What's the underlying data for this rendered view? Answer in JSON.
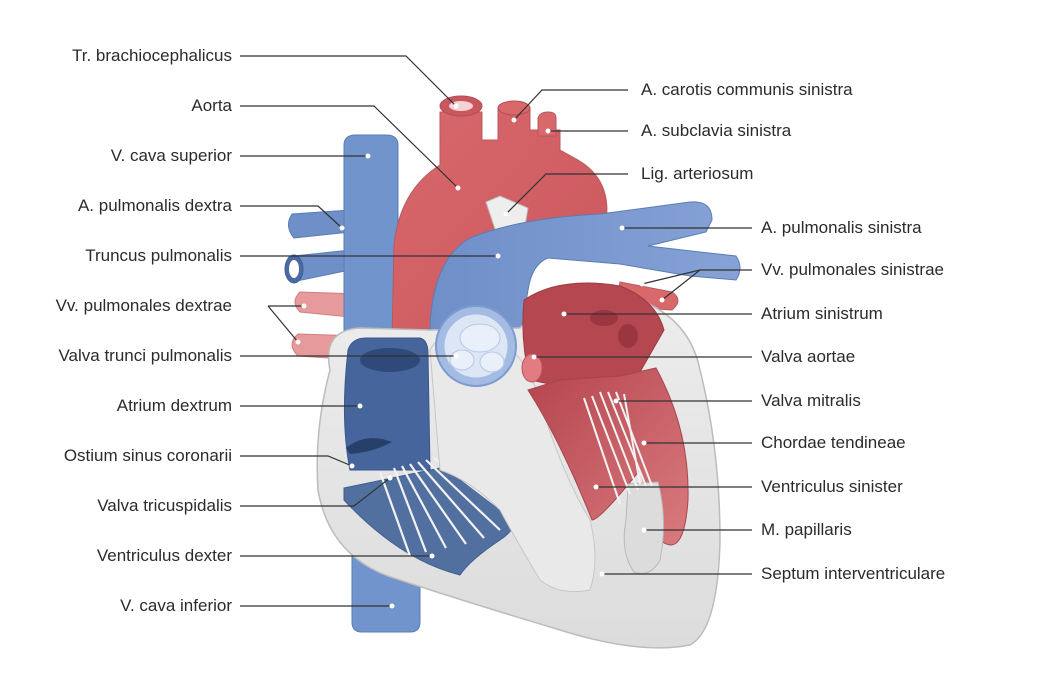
{
  "diagram": {
    "labels_left": [
      {
        "id": "tr-brachiocephalicus",
        "text": "Tr. brachiocephalicus"
      },
      {
        "id": "aorta",
        "text": "Aorta"
      },
      {
        "id": "v-cava-superior",
        "text": "V. cava superior"
      },
      {
        "id": "a-pulmonalis-dextra",
        "text": "A. pulmonalis dextra"
      },
      {
        "id": "truncus-pulmonalis",
        "text": "Truncus pulmonalis"
      },
      {
        "id": "vv-pulmonales-dextrae",
        "text": "Vv. pulmonales dextrae"
      },
      {
        "id": "valva-trunci-pulmonalis",
        "text": "Valva trunci pulmonalis"
      },
      {
        "id": "atrium-dextrum",
        "text": "Atrium dextrum"
      },
      {
        "id": "ostium-sinus-coronarii",
        "text": "Ostium sinus coronarii"
      },
      {
        "id": "valva-tricuspidalis",
        "text": "Valva tricuspidalis"
      },
      {
        "id": "ventriculus-dexter",
        "text": "Ventriculus dexter"
      },
      {
        "id": "v-cava-inferior",
        "text": "V. cava inferior"
      }
    ],
    "labels_right": [
      {
        "id": "a-carotis-communis-sinistra",
        "text": "A. carotis communis sinistra"
      },
      {
        "id": "a-subclavia-sinistra",
        "text": "A. subclavia sinistra"
      },
      {
        "id": "lig-arteriosum",
        "text": "Lig. arteriosum"
      },
      {
        "id": "a-pulmonalis-sinistra",
        "text": "A. pulmonalis sinistra"
      },
      {
        "id": "vv-pulmonales-sinistrae",
        "text": "Vv. pulmonales sinistrae"
      },
      {
        "id": "atrium-sinistrum",
        "text": "Atrium sinistrum"
      },
      {
        "id": "valva-aortae",
        "text": "Valva aortae"
      },
      {
        "id": "valva-mitralis",
        "text": "Valva mitralis"
      },
      {
        "id": "chordae-tendineae",
        "text": "Chordae tendineae"
      },
      {
        "id": "ventriculus-sinister",
        "text": "Ventriculus sinister"
      },
      {
        "id": "m-papillaris",
        "text": "M. papillaris"
      },
      {
        "id": "septum-interventriculare",
        "text": "Septum interventriculare"
      }
    ],
    "colors": {
      "venous_blue": "#6f8fc9",
      "venous_dark": "#3f5e93",
      "arterial_red": "#d9686b",
      "arterial_dark": "#b24d55",
      "arterial_light": "#e89e9e",
      "wall_gray": "#e3e3e3",
      "outline": "#cfcfcf",
      "leader_line": "#333333"
    }
  }
}
